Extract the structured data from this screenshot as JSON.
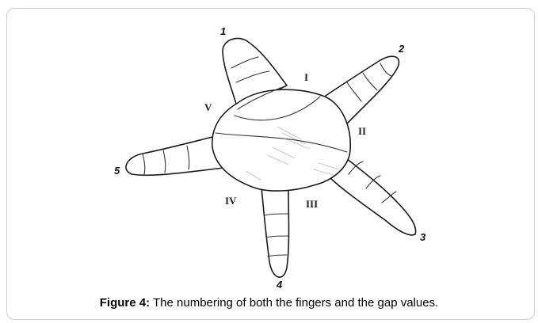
{
  "figure": {
    "finger_labels": [
      "1",
      "2",
      "3",
      "4",
      "5"
    ],
    "gap_labels": [
      "I",
      "II",
      "III",
      "IV",
      "V"
    ],
    "caption_label": "Figure 4:",
    "caption_text": "The numbering of both the fingers and the gap values."
  }
}
